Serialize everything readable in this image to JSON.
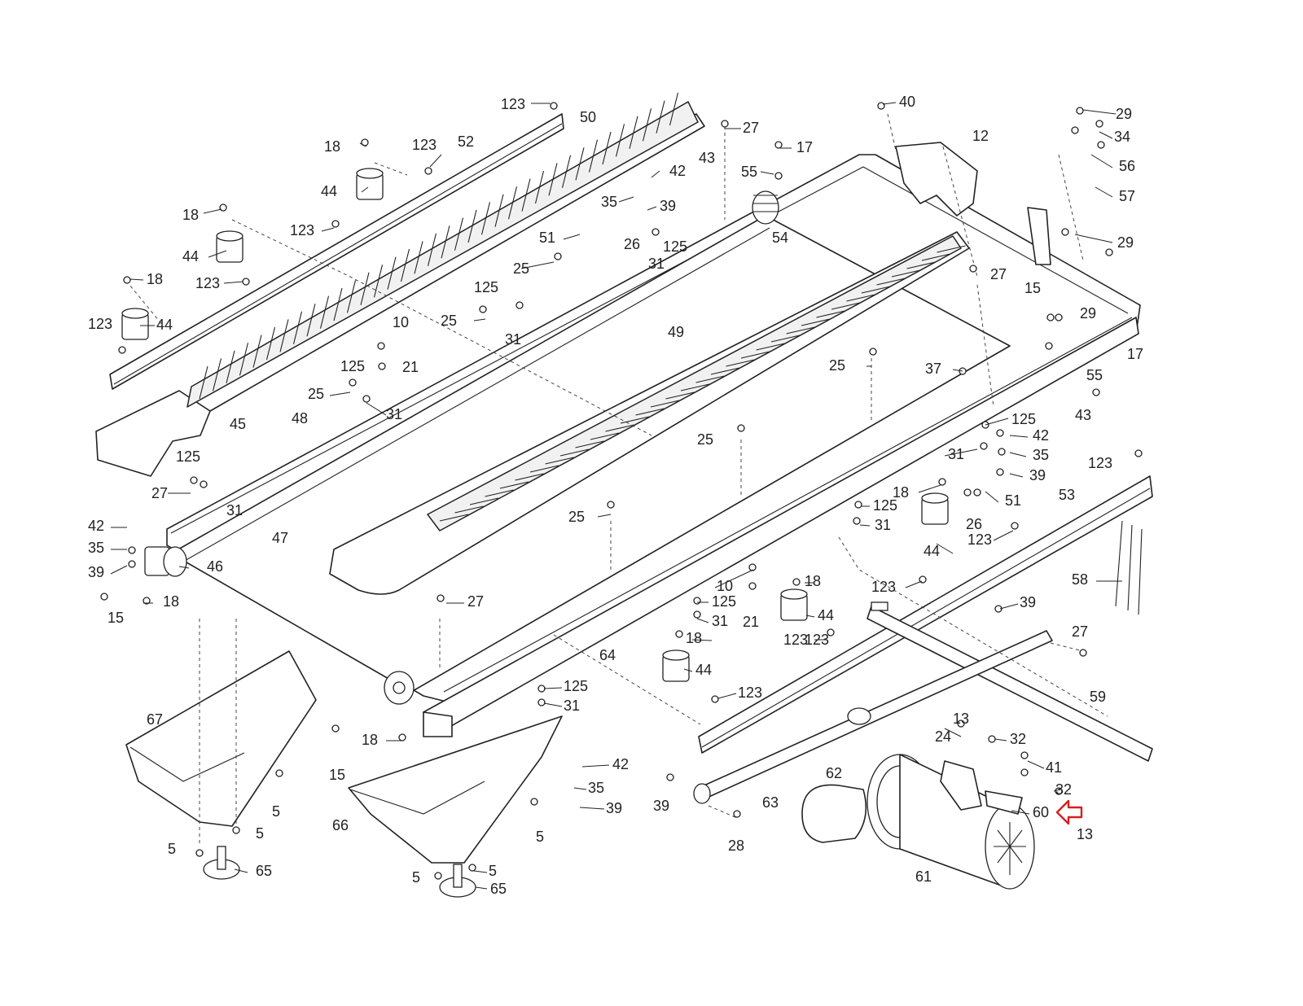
{
  "diagram": {
    "arrow_color": "#d42020",
    "line_color": "#222222",
    "labels": [
      {
        "id": "l1",
        "text": "123"
      },
      {
        "id": "l2",
        "text": "50"
      },
      {
        "id": "l3",
        "text": "52"
      },
      {
        "id": "l4",
        "text": "18"
      },
      {
        "id": "l5",
        "text": "123"
      },
      {
        "id": "l6",
        "text": "44"
      },
      {
        "id": "l7",
        "text": "18"
      },
      {
        "id": "l8",
        "text": "123"
      },
      {
        "id": "l9",
        "text": "44"
      },
      {
        "id": "l10",
        "text": "18"
      },
      {
        "id": "l11",
        "text": "123"
      },
      {
        "id": "l12",
        "text": "123"
      },
      {
        "id": "l13",
        "text": "44"
      },
      {
        "id": "l14",
        "text": "27"
      },
      {
        "id": "l15",
        "text": "43"
      },
      {
        "id": "l16",
        "text": "42"
      },
      {
        "id": "l17",
        "text": "17"
      },
      {
        "id": "l18",
        "text": "55"
      },
      {
        "id": "l19",
        "text": "35"
      },
      {
        "id": "l20",
        "text": "39"
      },
      {
        "id": "l21",
        "text": "54"
      },
      {
        "id": "l22",
        "text": "40"
      },
      {
        "id": "l23",
        "text": "12"
      },
      {
        "id": "l24",
        "text": "29"
      },
      {
        "id": "l25",
        "text": "34"
      },
      {
        "id": "l26",
        "text": "56"
      },
      {
        "id": "l27",
        "text": "57"
      },
      {
        "id": "l28",
        "text": "29"
      },
      {
        "id": "l29",
        "text": "51"
      },
      {
        "id": "l30",
        "text": "26"
      },
      {
        "id": "l31",
        "text": "125"
      },
      {
        "id": "l32",
        "text": "31"
      },
      {
        "id": "l33",
        "text": "25"
      },
      {
        "id": "l34",
        "text": "125"
      },
      {
        "id": "l35",
        "text": "25"
      },
      {
        "id": "l36",
        "text": "31"
      },
      {
        "id": "l37",
        "text": "10"
      },
      {
        "id": "l38",
        "text": "21"
      },
      {
        "id": "l39",
        "text": "125"
      },
      {
        "id": "l40",
        "text": "25"
      },
      {
        "id": "l41",
        "text": "31"
      },
      {
        "id": "l42",
        "text": "45"
      },
      {
        "id": "l43",
        "text": "48"
      },
      {
        "id": "l44",
        "text": "49"
      },
      {
        "id": "l45",
        "text": "27"
      },
      {
        "id": "l46",
        "text": "15"
      },
      {
        "id": "l47",
        "text": "29"
      },
      {
        "id": "l48",
        "text": "17"
      },
      {
        "id": "l49",
        "text": "25"
      },
      {
        "id": "l50",
        "text": "37"
      },
      {
        "id": "l51",
        "text": "55"
      },
      {
        "id": "l52",
        "text": "43"
      },
      {
        "id": "l53",
        "text": "125"
      },
      {
        "id": "l54",
        "text": "42"
      },
      {
        "id": "l55",
        "text": "31"
      },
      {
        "id": "l56",
        "text": "35"
      },
      {
        "id": "l57",
        "text": "39"
      },
      {
        "id": "l58",
        "text": "123"
      },
      {
        "id": "l59",
        "text": "125"
      },
      {
        "id": "l60",
        "text": "27"
      },
      {
        "id": "l61",
        "text": "31"
      },
      {
        "id": "l62",
        "text": "25"
      },
      {
        "id": "l63",
        "text": "42"
      },
      {
        "id": "l64",
        "text": "35"
      },
      {
        "id": "l65",
        "text": "39"
      },
      {
        "id": "l66",
        "text": "47"
      },
      {
        "id": "l67",
        "text": "46"
      },
      {
        "id": "l68",
        "text": "15"
      },
      {
        "id": "l69",
        "text": "18"
      },
      {
        "id": "l70",
        "text": "25"
      },
      {
        "id": "l71",
        "text": "18"
      },
      {
        "id": "l72",
        "text": "51"
      },
      {
        "id": "l73",
        "text": "26"
      },
      {
        "id": "l74",
        "text": "125"
      },
      {
        "id": "l75",
        "text": "31"
      },
      {
        "id": "l76",
        "text": "44"
      },
      {
        "id": "l77",
        "text": "123"
      },
      {
        "id": "l78",
        "text": "53"
      },
      {
        "id": "l79",
        "text": "58"
      },
      {
        "id": "l80",
        "text": "10"
      },
      {
        "id": "l81",
        "text": "125"
      },
      {
        "id": "l82",
        "text": "31"
      },
      {
        "id": "l83",
        "text": "21"
      },
      {
        "id": "l84",
        "text": "18"
      },
      {
        "id": "l85",
        "text": "44"
      },
      {
        "id": "l86",
        "text": "123"
      },
      {
        "id": "l87",
        "text": "123"
      },
      {
        "id": "l88",
        "text": "39"
      },
      {
        "id": "l89",
        "text": "27"
      },
      {
        "id": "l90",
        "text": "27"
      },
      {
        "id": "l91",
        "text": "18"
      },
      {
        "id": "l92",
        "text": "64"
      },
      {
        "id": "l93",
        "text": "123"
      },
      {
        "id": "l94",
        "text": "44"
      },
      {
        "id": "l95",
        "text": "123"
      },
      {
        "id": "l96",
        "text": "59"
      },
      {
        "id": "l97",
        "text": "125"
      },
      {
        "id": "l98",
        "text": "31"
      },
      {
        "id": "l99",
        "text": "67"
      },
      {
        "id": "l100",
        "text": "13"
      },
      {
        "id": "l101",
        "text": "24"
      },
      {
        "id": "l102",
        "text": "32"
      },
      {
        "id": "l103",
        "text": "18"
      },
      {
        "id": "l104",
        "text": "15"
      },
      {
        "id": "l105",
        "text": "42"
      },
      {
        "id": "l106",
        "text": "62"
      },
      {
        "id": "l107",
        "text": "41"
      },
      {
        "id": "l108",
        "text": "35"
      },
      {
        "id": "l109",
        "text": "32"
      },
      {
        "id": "l110",
        "text": "39"
      },
      {
        "id": "l111",
        "text": "63"
      },
      {
        "id": "l112",
        "text": "60"
      },
      {
        "id": "l113",
        "text": "5"
      },
      {
        "id": "l114",
        "text": "5"
      },
      {
        "id": "l115",
        "text": "5"
      },
      {
        "id": "l116",
        "text": "66"
      },
      {
        "id": "l117",
        "text": "39"
      },
      {
        "id": "l118",
        "text": "5"
      },
      {
        "id": "l119",
        "text": "13"
      },
      {
        "id": "l120",
        "text": "28"
      },
      {
        "id": "l121",
        "text": "65"
      },
      {
        "id": "l122",
        "text": "5"
      },
      {
        "id": "l123",
        "text": "61"
      },
      {
        "id": "l124",
        "text": "5"
      },
      {
        "id": "l125",
        "text": "65"
      }
    ]
  }
}
